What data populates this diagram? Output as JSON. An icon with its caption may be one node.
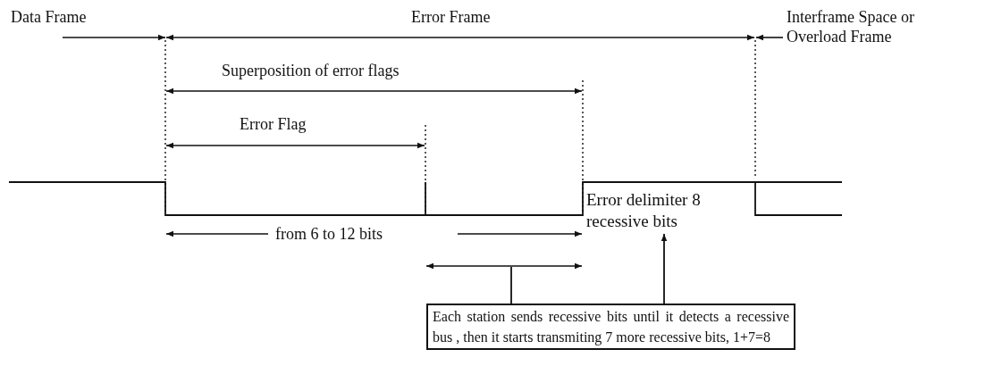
{
  "diagram": {
    "nodes": [
      {
        "text": [
          "Each station sends recessive bits until it detects a recessive bus , then it starts transmiting 7 more recessive bits, 1+7=8"
        ]
      },
      {
        "text": [
          "Error delimiter 8 recessive bits"
        ]
      }
    ],
    "edges": [
      {
        "from": 0,
        "to": null,
        "arrow": "none"
      },
      {
        "from": 0,
        "to": 1,
        "arrow": "to"
      }
    ],
    "labels": [
      "Data Frame",
      "Error Frame",
      "Interframe Space or Overload Frame",
      "Superposition of error flags",
      "Error Flag",
      "from 6 to 12 bits"
    ]
  }
}
